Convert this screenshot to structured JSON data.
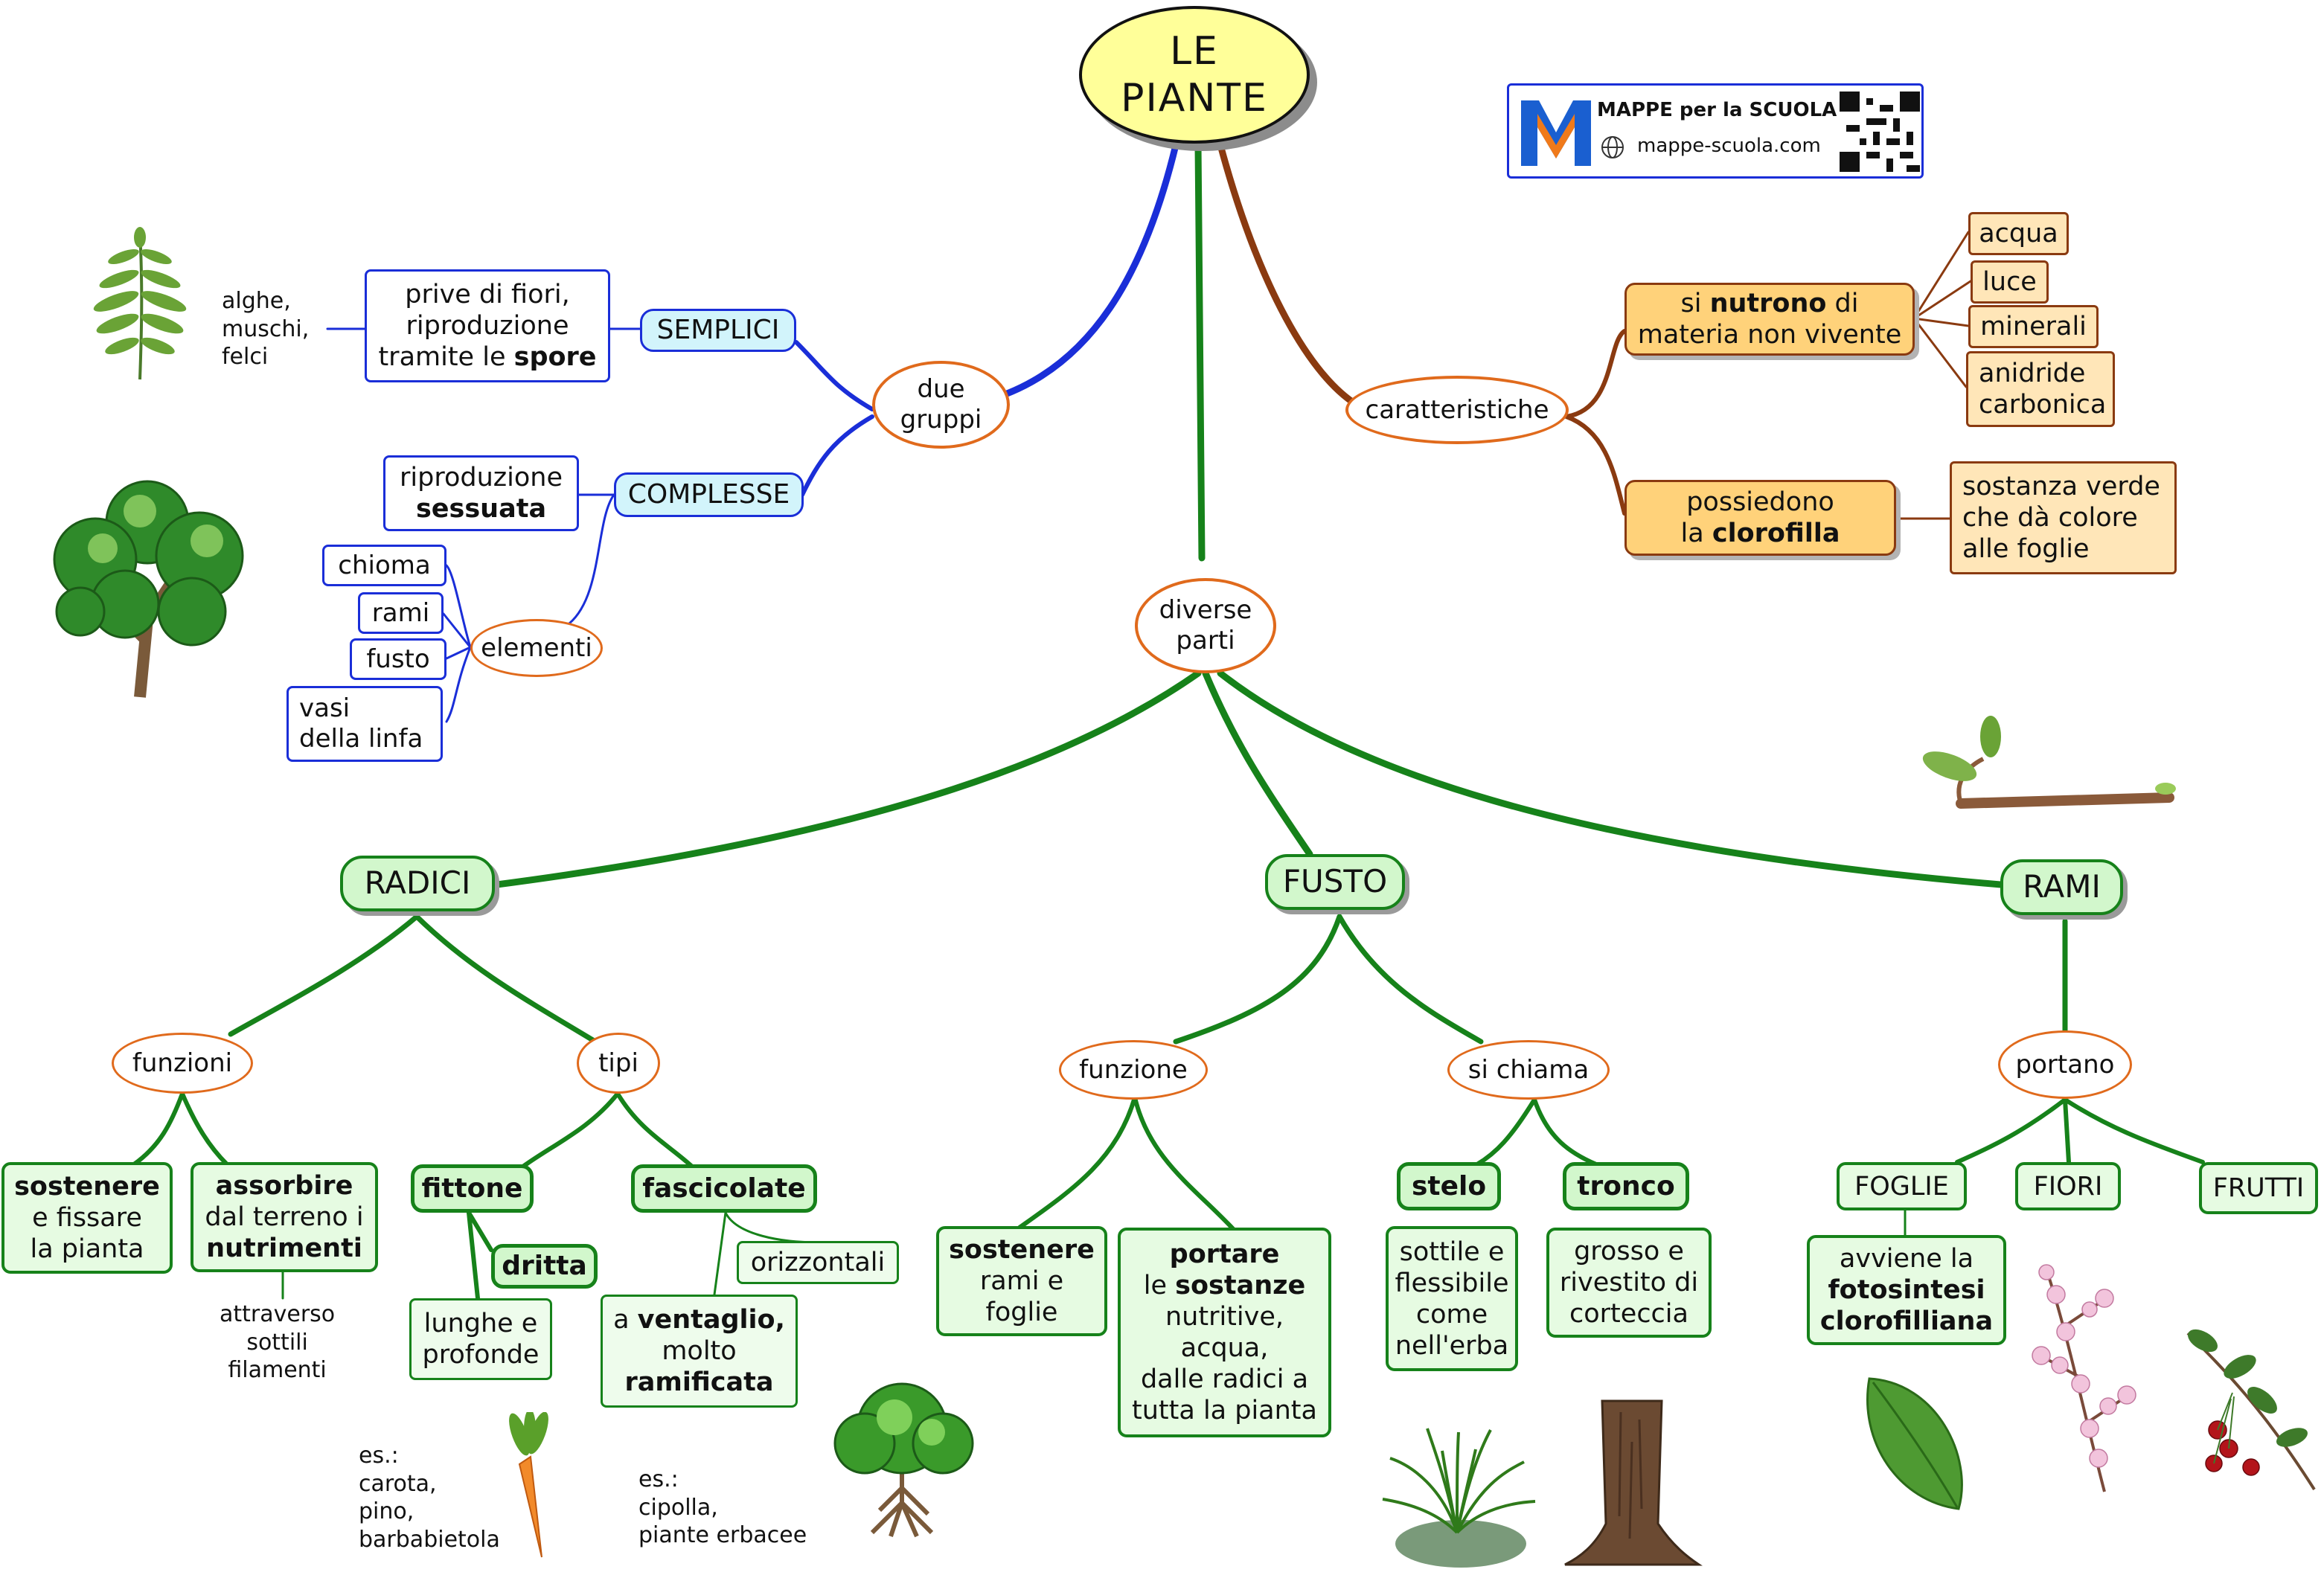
{
  "root": {
    "line1": "LE",
    "line2": "PIANTE"
  },
  "badge": {
    "title": "MAPPE per la SCUOLA",
    "url": "mappe-scuola.com"
  },
  "groups": {
    "label_1": "due",
    "label_2": "gruppi",
    "semplici": {
      "label": "SEMPLICI",
      "desc_1": "prive di fiori,",
      "desc_2": "riproduzione",
      "desc_3a": "tramite le ",
      "desc_3b": "spore",
      "examples_1": "alghe,",
      "examples_2": "muschi,",
      "examples_3": "felci"
    },
    "complesse": {
      "label": "COMPLESSE",
      "desc_1": "riproduzione",
      "desc_2": "sessuata",
      "elementi": "elementi",
      "items": [
        "chioma",
        "rami",
        "fusto"
      ],
      "vasi_1": "vasi",
      "vasi_2": "della linfa"
    }
  },
  "caratteristiche": {
    "label": "caratteristiche",
    "nutrono_1a": "si ",
    "nutrono_1b": "nutrono",
    "nutrono_1c": " di",
    "nutrono_2": "materia non vivente",
    "nutrienti": [
      "acqua",
      "luce",
      "minerali"
    ],
    "anidride_1": "anidride",
    "anidride_2": "carbonica",
    "clorofilla_1": "possiedono",
    "clorofilla_2a": "la ",
    "clorofilla_2b": "clorofilla",
    "sostanza_1": "sostanza verde",
    "sostanza_2": "che dà colore",
    "sostanza_3": "alle foglie"
  },
  "parti": {
    "label_1": "diverse",
    "label_2": "parti",
    "radici": {
      "label": "RADICI",
      "funzioni": "funzioni",
      "sostenere_1": "sostenere",
      "sostenere_2": "e fissare",
      "sostenere_3": "la pianta",
      "assorbire_1": "assorbire",
      "assorbire_2": "dal terreno i",
      "assorbire_3": "nutrimenti",
      "attraverso_1": "attraverso",
      "attraverso_2": "sottili",
      "attraverso_3": "filamenti",
      "tipi": "tipi",
      "fittone": "fittone",
      "dritta": "dritta",
      "lunghe_1": "lunghe e",
      "lunghe_2": "profonde",
      "es1_1": "es.:",
      "es1_2": "carota,",
      "es1_3": "pino,",
      "es1_4": "barbabietola",
      "fascicolate": "fascicolate",
      "orizzontali": "orizzontali",
      "ventaglio_1a": "a ",
      "ventaglio_1b": "ventaglio,",
      "ventaglio_2": "molto",
      "ventaglio_3": "ramificata",
      "es2_1": "es.:",
      "es2_2": "cipolla,",
      "es2_3": "piante erbacee"
    },
    "fusto": {
      "label": "FUSTO",
      "funzione": "funzione",
      "sost_1": "sostenere",
      "sost_2": "rami e",
      "sost_3": "foglie",
      "port_1": "portare",
      "port_2a": "le ",
      "port_2b": "sostanze",
      "port_3": "nutritive,",
      "port_4": "acqua,",
      "port_5": "dalle radici a",
      "port_6": "tutta la pianta",
      "si_chiama": "si chiama",
      "stelo": "stelo",
      "stelo_1": "sottile e",
      "stelo_2": "flessibile",
      "stelo_3": "come",
      "stelo_4": "nell'erba",
      "tronco": "tronco",
      "tronco_1": "grosso e",
      "tronco_2": "rivestito di",
      "tronco_3": "corteccia"
    },
    "rami": {
      "label": "RAMI",
      "portano": "portano",
      "items": [
        "FOGLIE",
        "FIORI",
        "FRUTTI"
      ],
      "foto_1": "avviene la",
      "foto_2": "fotosintesi",
      "foto_3": "clorofilliana"
    }
  },
  "colors": {
    "green": "#16821a",
    "blue": "#1a2ed8",
    "brown": "#8a3a10",
    "orange_ring": "#e06a1c",
    "root_fill": "#ffff99"
  }
}
